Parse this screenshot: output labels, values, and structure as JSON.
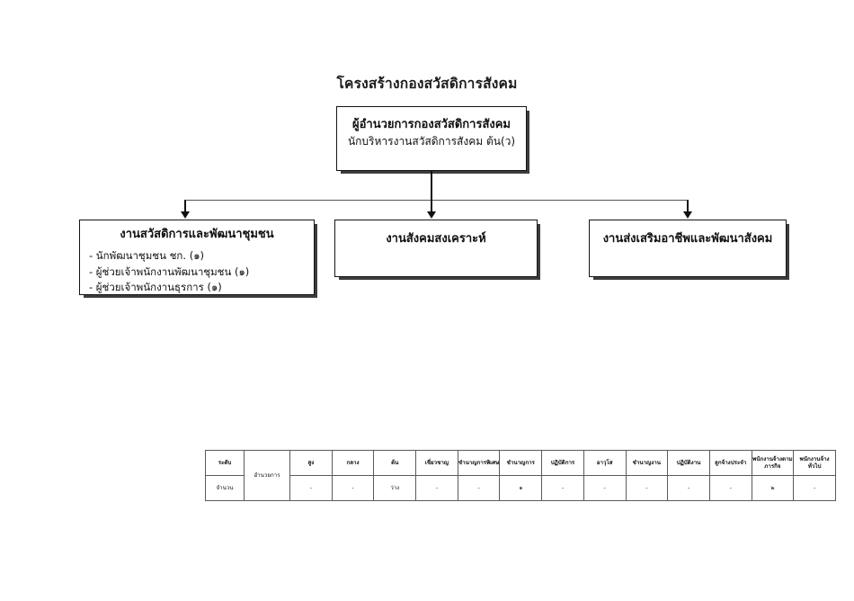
{
  "title": "โครงสร้างกองสวัสดิการสังคม",
  "director": {
    "line1": "ผู้อำนวยการกองสวัสดิการสังคม",
    "line2": "นักบริหารงานสวัสดิการสังคม ต้น(ว)"
  },
  "divisions": [
    {
      "name": "งานสวัสดิการและพัฒนาชุมชน",
      "items": [
        "- นักพัฒนาชุมชน ชก. (๑)",
        "- ผู้ช่วยเจ้าพนักงานพัฒนาชุมชน (๑)",
        "- ผู้ช่วยเจ้าพนักงานธุรการ (๑)"
      ]
    },
    {
      "name": "งานสังคมสงเคราะห์",
      "items": []
    },
    {
      "name": "งานส่งเสริมอาชีพและพัฒนาสังคม",
      "items": []
    }
  ],
  "table": {
    "row_label_top": "ระดับ",
    "row_label_bottom": "จำนวน",
    "group_label": "อำนวยการ",
    "headers": [
      "สูง",
      "กลาง",
      "ต้น",
      "เชี่ยวชาญ",
      "ชำนาญการพิเศษ",
      "ชำนาญการ",
      "ปฏิบัติการ",
      "อาวุโส",
      "ชำนาญงาน",
      "ปฏิบัติงาน",
      "ลูกจ้างประจำ",
      "พนักงานจ้างตามภารกิจ",
      "พนักงานจ้างทั่วไป"
    ],
    "values": [
      "-",
      "-",
      "ว่าง",
      "-",
      "-",
      "๑",
      "-",
      "-",
      "-",
      "-",
      "-",
      "๒",
      "-"
    ]
  }
}
